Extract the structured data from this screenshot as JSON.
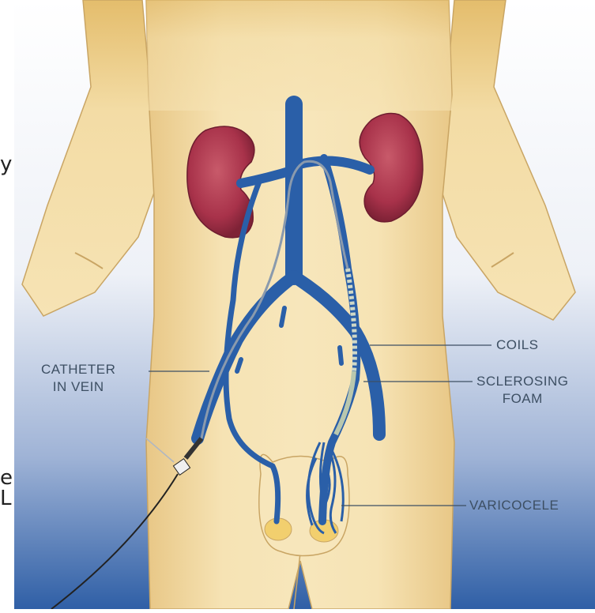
{
  "labels": {
    "catheter": [
      "CATHETER",
      "IN VEIN"
    ],
    "coils": "COILS",
    "foam": [
      "SCLEROSING",
      "FOAM"
    ],
    "varicocele": "VARICOCELE"
  },
  "edge_glyphs": [
    "y",
    "e",
    "L"
  ],
  "colors": {
    "skin": "#f4dfa9",
    "skin_shadow": "#e6c27a",
    "vein": "#2a5fa8",
    "vein_dark": "#1f4a86",
    "kidney": "#b5374c",
    "kidney_highlight": "#d98a95",
    "background_blue": "#2f5fa6",
    "label_text": "#3d4f63"
  }
}
